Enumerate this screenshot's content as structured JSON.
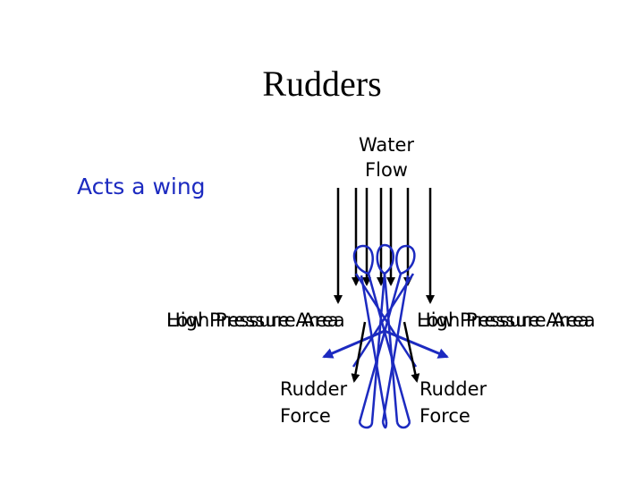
{
  "title": "Rudders",
  "subtitle": "Acts a wing",
  "water_flow": {
    "line1": "Water",
    "line2": "Flow"
  },
  "pressure_labels": {
    "low_left": "Low Pressure Area",
    "high_left": "High Pressure Area",
    "low_right": "Low Pressure Area",
    "high_right": "High Pressure Area"
  },
  "rudder_force": {
    "line1": "Rudder",
    "line2": "Force"
  },
  "colors": {
    "flow_arrows": "#000000",
    "rudder_lines": "#1c2ac0",
    "force_arrow": "#1c2ac0"
  }
}
